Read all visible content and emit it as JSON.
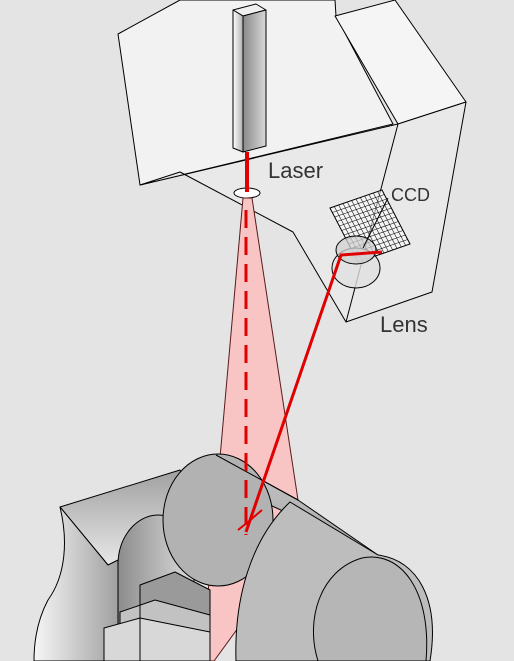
{
  "labels": {
    "laser": "Laser",
    "ccd": "CCD",
    "lens": "Lens"
  },
  "colors": {
    "background": "#e4e4e4",
    "laser_beam": "#e00000",
    "laser_sheet": "#f9c4c4",
    "housing": "#f2f2f2",
    "object_shade": "#b4b4b4"
  }
}
